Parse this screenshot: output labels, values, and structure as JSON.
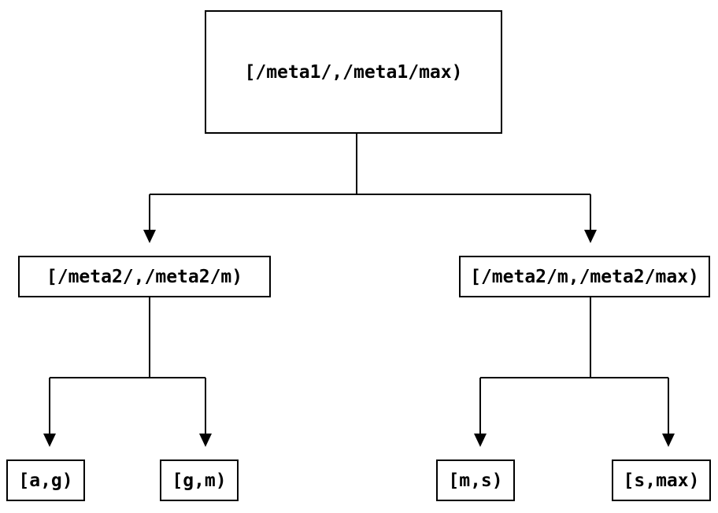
{
  "diagram": {
    "title": "interval-partition-tree",
    "background_color": "#ffffff",
    "line_color": "#000000",
    "nodes": {
      "root": {
        "label": "[/meta1/,/meta1/max)"
      },
      "left_mid": {
        "label": "[/meta2/,/meta2/m)"
      },
      "right_mid": {
        "label": "[/meta2/m,/meta2/max)"
      },
      "leaf_ag": {
        "label": "[a,g)"
      },
      "leaf_gm": {
        "label": "[g,m)"
      },
      "leaf_ms": {
        "label": "[m,s)"
      },
      "leaf_smax": {
        "label": "[s,max)"
      }
    },
    "edges": [
      {
        "from": "root",
        "to": "left_mid"
      },
      {
        "from": "root",
        "to": "right_mid"
      },
      {
        "from": "left_mid",
        "to": "leaf_ag"
      },
      {
        "from": "left_mid",
        "to": "leaf_gm"
      },
      {
        "from": "right_mid",
        "to": "leaf_ms"
      },
      {
        "from": "right_mid",
        "to": "leaf_smax"
      }
    ]
  }
}
